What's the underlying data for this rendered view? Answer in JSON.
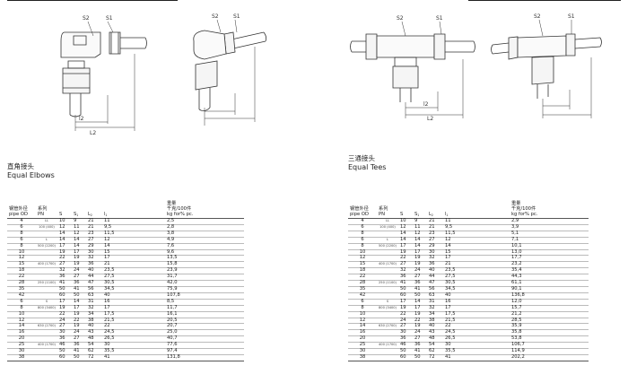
{
  "elbows": {
    "title_cn": "直角接头",
    "title_en": "Equal Elbows",
    "drawing_labels": {
      "s2": "S2",
      "s1": "S1",
      "l2": "l2",
      "L2": "L2"
    },
    "headers": {
      "od_cn": "钢管外径",
      "od_en": "pipe OD",
      "series_cn": "系列",
      "series_en": "PN",
      "s": "S",
      "s1": "S",
      "l2": "L",
      "l1": "l",
      "weight_cn": "重量",
      "weight_sub": "千克/100件",
      "weight_en": "kg for% pc."
    },
    "rows": [
      {
        "od": "4",
        "series": "LL",
        "s": "10",
        "s1": "9",
        "l2": "21",
        "l": "11",
        "w": "2,5"
      },
      {
        "od": "6",
        "series": "100 (400)",
        "s": "12",
        "s1": "11",
        "l2": "21",
        "l": "9,5",
        "w": "2,8"
      },
      {
        "od": "8",
        "series": "",
        "s": "14",
        "s1": "12",
        "l2": "23",
        "l": "11,5",
        "w": "3,8"
      },
      {
        "od": "6",
        "series": "L",
        "s": "14",
        "s1": "14",
        "l2": "27",
        "l": "12",
        "w": "4,9"
      },
      {
        "od": "8",
        "series": "500 (2200)",
        "s": "17",
        "s1": "14",
        "l2": "29",
        "l": "14",
        "w": "7,6"
      },
      {
        "od": "10",
        "series": "",
        "s": "19",
        "s1": "17",
        "l2": "30",
        "l": "15",
        "w": "9,6"
      },
      {
        "od": "12",
        "series": "",
        "s": "22",
        "s1": "19",
        "l2": "32",
        "l": "17",
        "w": "13,5"
      },
      {
        "od": "15",
        "series": "400 (1700)",
        "s": "27",
        "s1": "19",
        "l2": "36",
        "l": "21",
        "w": "15,8"
      },
      {
        "od": "18",
        "series": "",
        "s": "32",
        "s1": "24",
        "l2": "40",
        "l": "23,5",
        "w": "23,9"
      },
      {
        "od": "22",
        "series": "",
        "s": "36",
        "s1": "27",
        "l2": "44",
        "l": "27,5",
        "w": "31,7"
      },
      {
        "od": "28",
        "series": "250 (1100)",
        "s": "41",
        "s1": "36",
        "l2": "47",
        "l": "30,5",
        "w": "42,0"
      },
      {
        "od": "35",
        "series": "",
        "s": "50",
        "s1": "41",
        "l2": "56",
        "l": "34,5",
        "w": "75,9"
      },
      {
        "od": "42",
        "series": "",
        "s": "60",
        "s1": "50",
        "l2": "63",
        "l": "40",
        "w": "107,8"
      },
      {
        "od": "6",
        "series": "S",
        "s": "17",
        "s1": "14",
        "l2": "31",
        "l": "16",
        "w": "8,5"
      },
      {
        "od": "8",
        "series": "800 (3400)",
        "s": "19",
        "s1": "17",
        "l2": "32",
        "l": "17",
        "w": "11,7"
      },
      {
        "od": "10",
        "series": "",
        "s": "22",
        "s1": "19",
        "l2": "34",
        "l": "17,5",
        "w": "16,1"
      },
      {
        "od": "12",
        "series": "",
        "s": "24",
        "s1": "22",
        "l2": "38",
        "l": "21,5",
        "w": "20,5"
      },
      {
        "od": "14",
        "series": "630 (2700)",
        "s": "27",
        "s1": "19",
        "l2": "40",
        "l": "22",
        "w": "20,7"
      },
      {
        "od": "16",
        "series": "",
        "s": "30",
        "s1": "24",
        "l2": "43",
        "l": "24,5",
        "w": "25,0"
      },
      {
        "od": "20",
        "series": "",
        "s": "36",
        "s1": "27",
        "l2": "48",
        "l": "26,5",
        "w": "40,7"
      },
      {
        "od": "25",
        "series": "400 (1700)",
        "s": "46",
        "s1": "36",
        "l2": "54",
        "l": "30",
        "w": "77,6"
      },
      {
        "od": "30",
        "series": "",
        "s": "50",
        "s1": "41",
        "l2": "62",
        "l": "35,5",
        "w": "97,4"
      },
      {
        "od": "38",
        "series": "",
        "s": "60",
        "s1": "50",
        "l2": "72",
        "l": "41",
        "w": "131,8"
      }
    ]
  },
  "tees": {
    "title_cn": "三通接头",
    "title_en": "Equal Tees",
    "drawing_labels": {
      "s2": "S2",
      "s1": "S1",
      "l2": "l2",
      "L2": "L2"
    },
    "headers": {
      "od_cn": "钢管外径",
      "od_en": "pipe OD",
      "series_cn": "系列",
      "series_en": "PN",
      "s": "S",
      "s1": "S",
      "l2": "L",
      "l1": "l",
      "weight_cn": "重量",
      "weight_sub": "千克/100件",
      "weight_en": "kg for% pc."
    },
    "rows": [
      {
        "od": "4",
        "series": "LL",
        "s": "10",
        "s1": "9",
        "l2": "21",
        "l": "11",
        "w": "2,9"
      },
      {
        "od": "6",
        "series": "100 (400)",
        "s": "12",
        "s1": "11",
        "l2": "21",
        "l": "9,5",
        "w": "3,9"
      },
      {
        "od": "8",
        "series": "",
        "s": "14",
        "s1": "12",
        "l2": "23",
        "l": "11,5",
        "w": "5,1"
      },
      {
        "od": "6",
        "series": "L",
        "s": "14",
        "s1": "14",
        "l2": "27",
        "l": "12",
        "w": "7,1"
      },
      {
        "od": "8",
        "series": "500 (2200)",
        "s": "17",
        "s1": "14",
        "l2": "29",
        "l": "14",
        "w": "10,1"
      },
      {
        "od": "10",
        "series": "",
        "s": "19",
        "s1": "17",
        "l2": "30",
        "l": "15",
        "w": "13,0"
      },
      {
        "od": "12",
        "series": "",
        "s": "22",
        "s1": "19",
        "l2": "32",
        "l": "17",
        "w": "17,7"
      },
      {
        "od": "15",
        "series": "400 (1700)",
        "s": "27",
        "s1": "19",
        "l2": "36",
        "l": "21",
        "w": "23,2"
      },
      {
        "od": "18",
        "series": "",
        "s": "32",
        "s1": "24",
        "l2": "40",
        "l": "23,5",
        "w": "35,4"
      },
      {
        "od": "22",
        "series": "",
        "s": "36",
        "s1": "27",
        "l2": "44",
        "l": "27,5",
        "w": "44,3"
      },
      {
        "od": "28",
        "series": "250 (1100)",
        "s": "41",
        "s1": "36",
        "l2": "47",
        "l": "30,5",
        "w": "61,1"
      },
      {
        "od": "35",
        "series": "",
        "s": "50",
        "s1": "41",
        "l2": "56",
        "l": "34,5",
        "w": "90,1"
      },
      {
        "od": "42",
        "series": "",
        "s": "60",
        "s1": "50",
        "l2": "63",
        "l": "40",
        "w": "136,8"
      },
      {
        "od": "6",
        "series": "S",
        "s": "17",
        "s1": "14",
        "l2": "31",
        "l": "16",
        "w": "12,0"
      },
      {
        "od": "8",
        "series": "800 (3400)",
        "s": "19",
        "s1": "17",
        "l2": "32",
        "l": "17",
        "w": "15,7"
      },
      {
        "od": "10",
        "series": "",
        "s": "22",
        "s1": "19",
        "l2": "34",
        "l": "17,5",
        "w": "21,2"
      },
      {
        "od": "12",
        "series": "",
        "s": "24",
        "s1": "22",
        "l2": "38",
        "l": "21,5",
        "w": "28,5"
      },
      {
        "od": "14",
        "series": "630 (2700)",
        "s": "27",
        "s1": "19",
        "l2": "40",
        "l": "22",
        "w": "35,9"
      },
      {
        "od": "16",
        "series": "",
        "s": "30",
        "s1": "24",
        "l2": "43",
        "l": "24,5",
        "w": "35,8"
      },
      {
        "od": "20",
        "series": "",
        "s": "36",
        "s1": "27",
        "l2": "48",
        "l": "26,5",
        "w": "53,8"
      },
      {
        "od": "25",
        "series": "400 (1700)",
        "s": "46",
        "s1": "36",
        "l2": "54",
        "l": "30",
        "w": "106,7"
      },
      {
        "od": "30",
        "series": "",
        "s": "50",
        "s1": "41",
        "l2": "62",
        "l": "35,5",
        "w": "114,9"
      },
      {
        "od": "38",
        "series": "",
        "s": "60",
        "s1": "50",
        "l2": "72",
        "l": "41",
        "w": "202,2"
      }
    ]
  }
}
